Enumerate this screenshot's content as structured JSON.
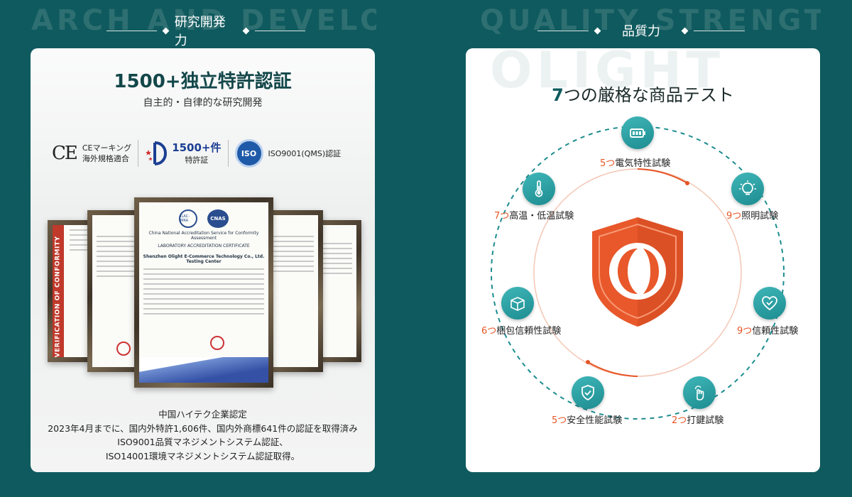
{
  "left_section": {
    "bg_word": "ARCH AND DEVELOPM",
    "title": "研究開発力",
    "heading": "1500+独立特許認証",
    "subheading": "自主的・自律的な研究開発",
    "badges": {
      "ce_mark": "CE",
      "ce_line1": "CEマーキング",
      "ce_line2": "海外規格適合",
      "patent_number": "1500+件",
      "patent_label": "特許証",
      "iso_logo": "ISO",
      "iso_label": "ISO9001(QMS)認証"
    },
    "certificates": {
      "band_text": "VERIFICATION OF CONFORMITY",
      "main_title": "China National Accreditation Service for Conformity Assessment",
      "main_subtitle": "LABORATORY ACCREDITATION CERTIFICATE",
      "main_company": "Shenzhen Olight E-Commerce Technology Co., Ltd. Testing Center",
      "logo_cnas": "CNAS",
      "logo_ilac": "ILAC-MRA"
    },
    "footer_lines": [
      "中国ハイテク企業認定",
      "2023年4月までに、国内外特許1,606件、国内外商標641件の認証を取得済み",
      "ISO9001品質マネジメントシステム認証、",
      "ISO14001環境マネジメントシステム認証取得。"
    ]
  },
  "right_section": {
    "bg_word": "QUALITY STRENGTH",
    "title": "品質力",
    "heading_num": "7",
    "heading_rest": "つの厳格な商品テスト",
    "watermark": "OLIGHT",
    "tests": [
      {
        "num": "5つ",
        "label": "電気特性試験",
        "icon": "battery-icon"
      },
      {
        "num": "9つ",
        "label": "照明試験",
        "icon": "lightbulb-icon"
      },
      {
        "num": "9つ",
        "label": "信頼性試験",
        "icon": "heart-check-icon"
      },
      {
        "num": "2つ",
        "label": "打鍵試験",
        "icon": "finger-tap-icon"
      },
      {
        "num": "5つ",
        "label": "安全性能試験",
        "icon": "shield-check-icon"
      },
      {
        "num": "6つ",
        "label": "梱包信頼性試験",
        "icon": "box-icon"
      },
      {
        "num": "7つ",
        "label": "高温・低温試験",
        "icon": "thermometer-icon"
      }
    ],
    "colors": {
      "teal": "#1d8c90",
      "orange": "#e65525",
      "background": "#0f5a5e"
    }
  }
}
